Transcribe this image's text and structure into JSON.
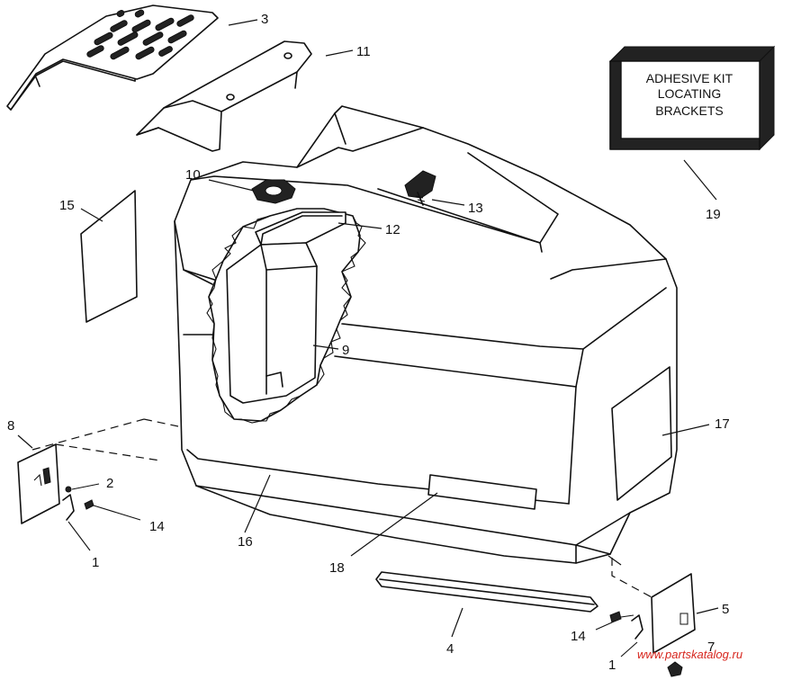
{
  "callout_box": {
    "lines": [
      "ADHESIVE KIT",
      "LOCATING",
      "BRACKETS"
    ]
  },
  "callouts": [
    {
      "id": "c3",
      "text": "3"
    },
    {
      "id": "c11",
      "text": "11"
    },
    {
      "id": "c10",
      "text": "10"
    },
    {
      "id": "c13",
      "text": "13"
    },
    {
      "id": "c12",
      "text": "12"
    },
    {
      "id": "c15",
      "text": "15"
    },
    {
      "id": "c19",
      "text": "19"
    },
    {
      "id": "c9",
      "text": "9"
    },
    {
      "id": "c17",
      "text": "17"
    },
    {
      "id": "c8",
      "text": "8"
    },
    {
      "id": "c2",
      "text": "2"
    },
    {
      "id": "c14a",
      "text": "14"
    },
    {
      "id": "c1a",
      "text": "1"
    },
    {
      "id": "c16",
      "text": "16"
    },
    {
      "id": "c18",
      "text": "18"
    },
    {
      "id": "c4",
      "text": "4"
    },
    {
      "id": "c14b",
      "text": "14"
    },
    {
      "id": "c1b",
      "text": "1"
    },
    {
      "id": "c5",
      "text": "5"
    },
    {
      "id": "c7",
      "text": "7"
    }
  ],
  "watermark": "www.partskatalog.ru"
}
